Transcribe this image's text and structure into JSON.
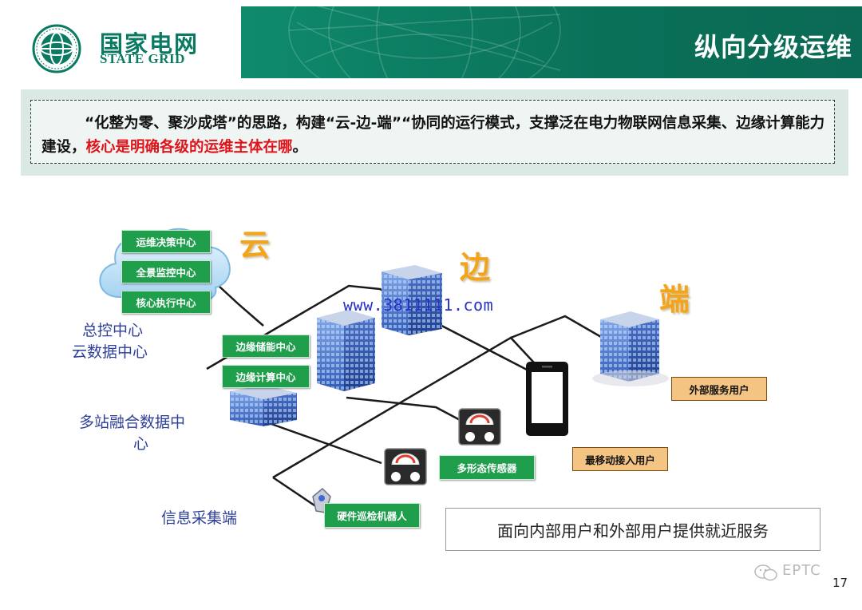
{
  "header": {
    "logo_cn": "国家电网",
    "logo_en": "STATE GRID",
    "title": "纵向分级运维"
  },
  "intro": {
    "text_main": "“化整为零、聚沙成塔”的思路，构建“云-边-端”“协同的运行模式，支撑泛在电力物联网信息采集、边缘计算能力建设，",
    "text_highlight": "核心是明确各级的运维主体在哪",
    "text_end": "。"
  },
  "diagram": {
    "tiers": {
      "cloud": "云",
      "edge": "边",
      "end": "端"
    },
    "cloud_boxes": [
      "运维决策中心",
      "全景监控中心",
      "核心执行中心"
    ],
    "edge_boxes": [
      "边缘储能中心",
      "边缘计算中心"
    ],
    "end_labels": {
      "sensor": "多形态传感器",
      "robot": "硬件巡检机器人",
      "mobile": "最移动接入用户",
      "external": "外部服务用户"
    },
    "side_labels": {
      "center_line1": "总控中心",
      "center_line2": "云数据中心",
      "station_line1": "多站融合数据中",
      "station_line2": "心",
      "collect": "信息采集端"
    },
    "watermark": "www.3811111.com",
    "service_note": "面向内部用户和外部用户提供就近服务"
  },
  "footer": {
    "brand": "EPTC",
    "page": "17"
  },
  "colors": {
    "brand_green": "#0b7a62",
    "box_green": "#1f9e4c",
    "box_orange": "#f4c482",
    "tier_gold": "#f2a51a",
    "highlight_red": "#e0141b",
    "label_blue": "#2d3f9a"
  }
}
